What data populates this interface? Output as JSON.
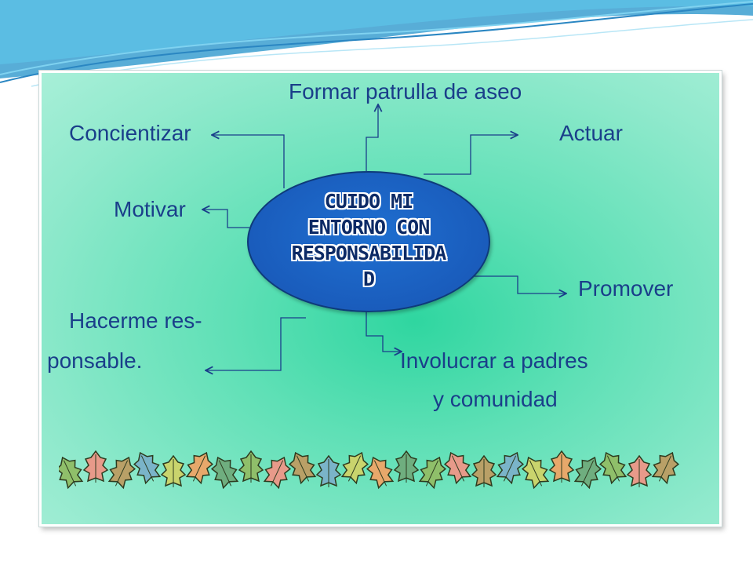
{
  "diagram": {
    "center": {
      "title": "CUIDO MI\nENTORNO CON\nRESPONSABILIDA\nD"
    },
    "nodes": {
      "formar": "Formar patrulla de aseo",
      "concientizar": "Concientizar",
      "actuar": "Actuar",
      "motivar": "Motivar",
      "promover": "Promover",
      "hacerme_1": "Hacerme res-",
      "hacerme_2": "ponsable.",
      "involucrar_1": "Involucrar a padres",
      "involucrar_2": "y comunidad"
    },
    "colors": {
      "text": "#1a3e8a",
      "connector": "#1a3e8a",
      "center_fill": "#1a5cbc",
      "panel": "#5fe0b6"
    },
    "decorations": {
      "border_icon": "leaf-garland"
    }
  }
}
